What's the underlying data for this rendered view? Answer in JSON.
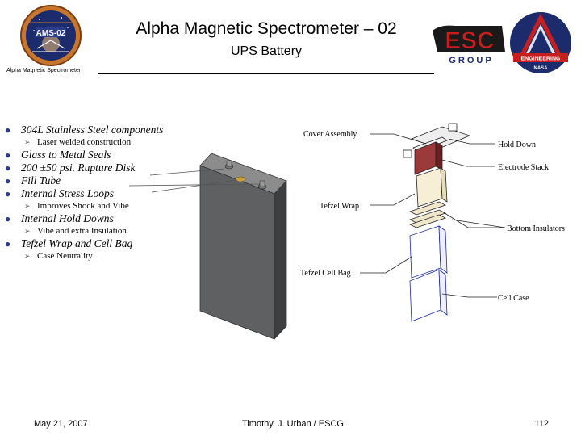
{
  "header": {
    "title": "Alpha Magnetic Spectrometer – 02",
    "subtitle": "UPS Battery",
    "small_label": "Alpha Magnetic Spectrometer"
  },
  "logos": {
    "left": {
      "text": "AMS-02"
    },
    "right_main": {
      "text": "ESC",
      "sub": "GROUP"
    },
    "right_badge": {
      "text": "ENGINEERING",
      "sub": "NASA"
    }
  },
  "bullets": [
    {
      "text": "304L Stainless Steel components",
      "level": 1
    },
    {
      "text": "Laser welded construction",
      "level": 2
    },
    {
      "text": "Glass to Metal Seals",
      "level": 1
    },
    {
      "text": "200 ±50 psi. Rupture Disk",
      "level": 1
    },
    {
      "text": "Fill Tube",
      "level": 1
    },
    {
      "text": "Internal Stress Loops",
      "level": 1
    },
    {
      "text": "Improves Shock and Vibe",
      "level": 2
    },
    {
      "text": "Internal Hold Downs",
      "level": 1
    },
    {
      "text": "Vibe and extra Insulation",
      "level": 2
    },
    {
      "text": "Tefzel Wrap and Cell Bag",
      "level": 1
    },
    {
      "text": "Case Neutrality",
      "level": 2
    }
  ],
  "diagram": {
    "labels": {
      "cover_assembly": "Cover Assembly",
      "hold_down": "Hold Down",
      "electrode_stack": "Electrode Stack",
      "tefzel_wrap": "Tefzel Wrap",
      "bottom_insulators": "Bottom Insulators",
      "tefzel_cell_bag": "Tefzel Cell Bag",
      "cell_case": "Cell Case"
    }
  },
  "footer": {
    "date": "May 21, 2007",
    "author": "Timothy. J. Urban / ESCG",
    "page": "112"
  }
}
